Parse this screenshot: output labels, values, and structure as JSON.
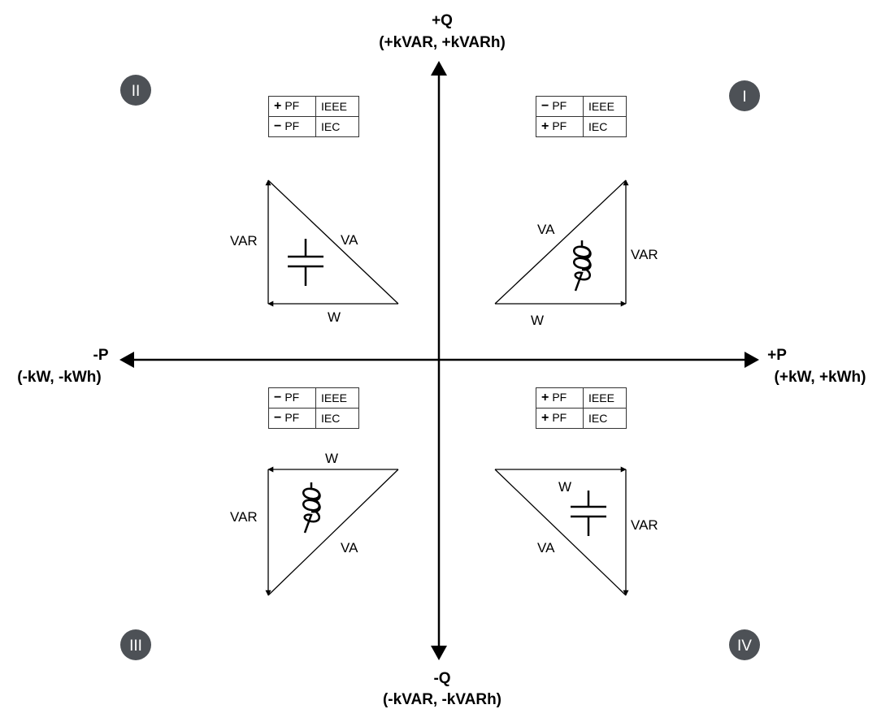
{
  "axes": {
    "pos_q": {
      "name": "+Q",
      "units": "(+kVAR, +kVARh)"
    },
    "neg_q": {
      "name": "-Q",
      "units": "(-kVAR, -kVARh)"
    },
    "pos_p": {
      "name": "+P",
      "units": "(+kW, +kWh)"
    },
    "neg_p": {
      "name": "-P",
      "units": "(-kW, -kWh)"
    }
  },
  "quadrants": {
    "q1": {
      "numeral": "I",
      "table": [
        {
          "sign": "−",
          "pf": "PF",
          "std": "IEEE"
        },
        {
          "sign": "+",
          "pf": "PF",
          "std": "IEC"
        }
      ],
      "labels": {
        "va": "VA",
        "var": "VAR",
        "w": "W"
      },
      "component": "inductor-icon"
    },
    "q2": {
      "numeral": "II",
      "table": [
        {
          "sign": "+",
          "pf": "PF",
          "std": "IEEE"
        },
        {
          "sign": "−",
          "pf": "PF",
          "std": "IEC"
        }
      ],
      "labels": {
        "va": "VA",
        "var": "VAR",
        "w": "W"
      },
      "component": "capacitor-icon"
    },
    "q3": {
      "numeral": "III",
      "table": [
        {
          "sign": "−",
          "pf": "PF",
          "std": "IEEE"
        },
        {
          "sign": "−",
          "pf": "PF",
          "std": "IEC"
        }
      ],
      "labels": {
        "va": "VA",
        "var": "VAR",
        "w": "W"
      },
      "component": "inductor-icon"
    },
    "q4": {
      "numeral": "IV",
      "table": [
        {
          "sign": "+",
          "pf": "PF",
          "std": "IEEE"
        },
        {
          "sign": "+",
          "pf": "PF",
          "std": "IEC"
        }
      ],
      "labels": {
        "va": "VA",
        "var": "VAR",
        "w": "W"
      },
      "component": "capacitor-icon"
    }
  },
  "colors": {
    "badge": "#4d5156",
    "line": "#000000"
  }
}
